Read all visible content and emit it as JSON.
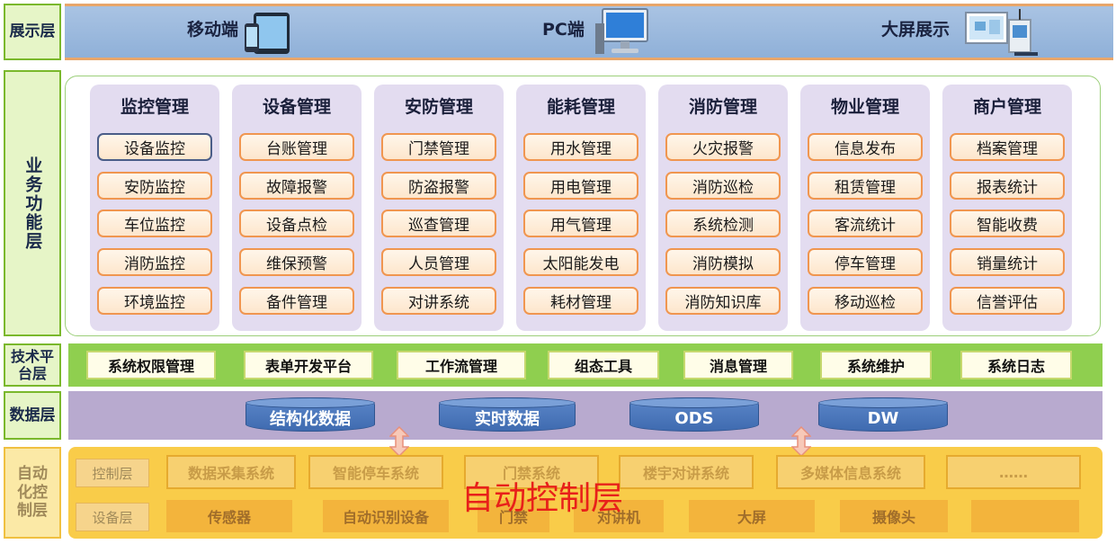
{
  "layers": {
    "presentation": "展示层",
    "business": "业务功能层",
    "tech": "技术平台层",
    "data": "数据层",
    "automation": "自动化控制层"
  },
  "presentation": {
    "items": [
      {
        "label": "移动端",
        "icon": "mobile-tablet-icon"
      },
      {
        "label": "PC端",
        "icon": "desktop-monitor-icon"
      },
      {
        "label": "大屏展示",
        "icon": "large-screen-icon"
      }
    ]
  },
  "business": {
    "columns": [
      {
        "title": "监控管理",
        "items": [
          "设备监控",
          "安防监控",
          "车位监控",
          "消防监控",
          "环境监控"
        ]
      },
      {
        "title": "设备管理",
        "items": [
          "台账管理",
          "故障报警",
          "设备点检",
          "维保预警",
          "备件管理"
        ]
      },
      {
        "title": "安防管理",
        "items": [
          "门禁管理",
          "防盗报警",
          "巡查管理",
          "人员管理",
          "对讲系统"
        ]
      },
      {
        "title": "能耗管理",
        "items": [
          "用水管理",
          "用电管理",
          "用气管理",
          "太阳能发电",
          "耗材管理"
        ]
      },
      {
        "title": "消防管理",
        "items": [
          "火灾报警",
          "消防巡检",
          "系统检测",
          "消防模拟",
          "消防知识库"
        ]
      },
      {
        "title": "物业管理",
        "items": [
          "信息发布",
          "租赁管理",
          "客流统计",
          "停车管理",
          "移动巡检"
        ]
      },
      {
        "title": "商户管理",
        "items": [
          "档案管理",
          "报表统计",
          "智能收费",
          "销量统计",
          "信誉评估"
        ]
      }
    ]
  },
  "tech": {
    "items": [
      "系统权限管理",
      "表单开发平台",
      "工作流管理",
      "组态工具",
      "消息管理",
      "系统维护",
      "系统日志"
    ]
  },
  "data": {
    "items": [
      "结构化数据",
      "实时数据",
      "ODS",
      "DW"
    ]
  },
  "automation": {
    "control_label": "控制层",
    "device_label": "设备层",
    "control_items": [
      "数据采集系统",
      "智能停车系统",
      "门禁系统",
      "楼宇对讲系统",
      "多媒体信息系统",
      "……"
    ],
    "device_items": [
      "传感器",
      "自动识别设备",
      "门禁",
      "对讲机",
      "大屏",
      "摄像头",
      ""
    ],
    "overlay_text": "自动控制层"
  },
  "colors": {
    "accent_orange": "#f09650",
    "business_column": "#e3dcf0",
    "tech_bar": "#8fcf4f",
    "data_bar": "#b8aacf",
    "automation_bg": "#f9c83a",
    "overlay_red": "#e8201a"
  }
}
